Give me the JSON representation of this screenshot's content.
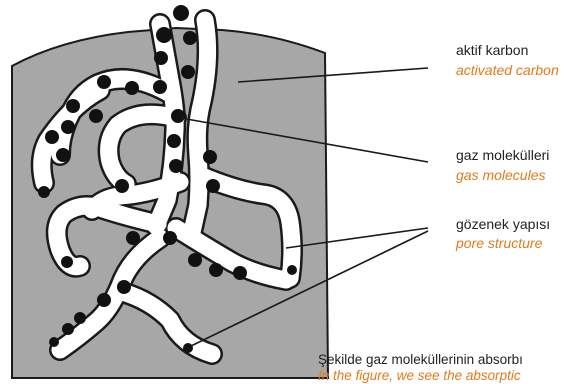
{
  "labels": [
    {
      "id": "carbon",
      "tr": "aktif karbon",
      "en": "activated carbon"
    },
    {
      "id": "molecules",
      "tr": "gaz molekülleri",
      "en": "gas molecules"
    },
    {
      "id": "pore",
      "tr": "gözenek yapısı",
      "en": "pore structure"
    }
  ],
  "caption": {
    "tr": "Şekilde gaz moleküllerinin absorbı",
    "en": "In the figure, we see the absorptic"
  },
  "colors": {
    "carbon": "#a7a7a7",
    "outline": "#1a1a1a",
    "pore": "#ffffff",
    "molecule": "#111111",
    "english_text": "#e07b1a",
    "turkish_text": "#222222"
  }
}
